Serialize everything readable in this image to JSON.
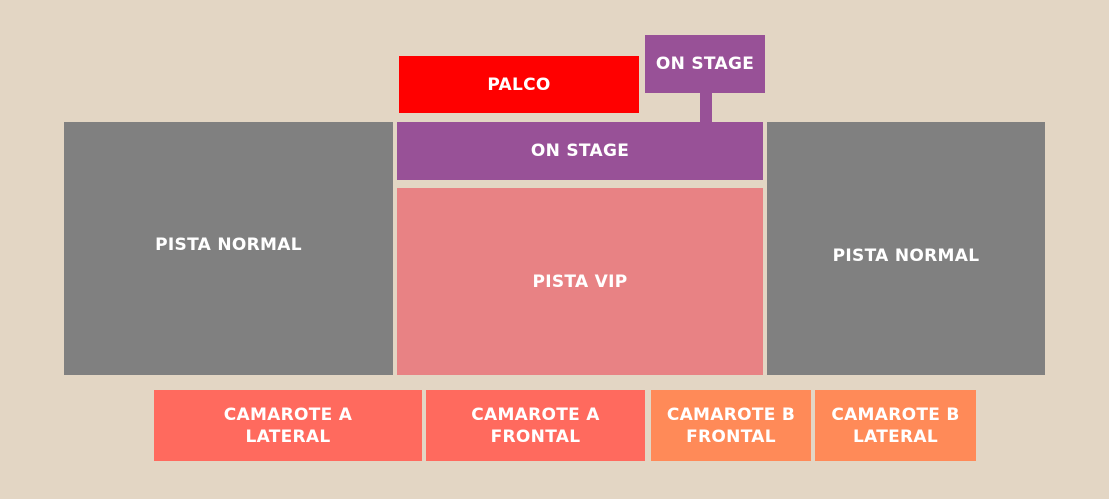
{
  "title": "",
  "zones": {
    "palco": {
      "label": "PALCO",
      "color": "#ff0000"
    },
    "on_stage_tag": {
      "label": "ON STAGE",
      "color": "#985197"
    },
    "on_stage": {
      "label": "ON STAGE",
      "color": "#985197"
    },
    "pista_normal_left": {
      "label": "PISTA NORMAL",
      "color": "#808080"
    },
    "pista_vip": {
      "label": "PISTA VIP",
      "color": "#e88284"
    },
    "pista_normal_right": {
      "label": "PISTA NORMAL",
      "color": "#808080"
    },
    "camarote_a_lateral": {
      "label": "CAMAROTE A\nLATERAL",
      "color": "#ff6a5e"
    },
    "camarote_a_frontal": {
      "label": "CAMAROTE A\nFRONTAL",
      "color": "#ff6a5e"
    },
    "camarote_b_frontal": {
      "label": "CAMAROTE B\nFRONTAL",
      "color": "#ff8a58"
    },
    "camarote_b_lateral": {
      "label": "CAMAROTE B\nLATERAL",
      "color": "#ff8a58"
    }
  }
}
